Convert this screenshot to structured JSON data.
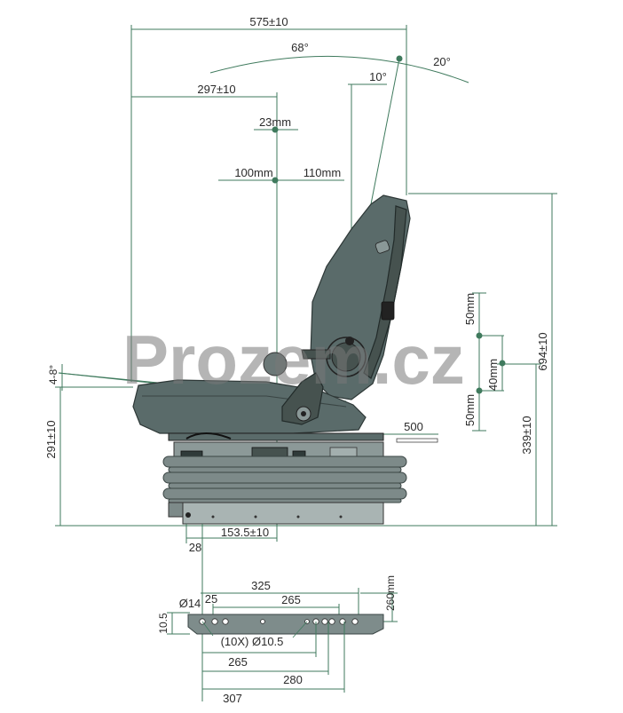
{
  "dimensions": {
    "overall_width": "575±10",
    "front_width": "297±10",
    "angle_recline": "68°",
    "angle_back": "20°",
    "angle_fwd": "10°",
    "headrest_adjust": "23mm",
    "fwd_adjust": "100mm",
    "back_adjust": "110mm",
    "seat_tilt": "4-8°",
    "seat_height": "291±10",
    "total_height": "694±10",
    "lower_height": "339±10",
    "lumbar_top": "50mm",
    "lumbar_mid": "40mm",
    "lumbar_bot": "50mm",
    "slide_travel": "500",
    "base_offset": "153.5±10",
    "base_small": "28"
  },
  "base_plate": {
    "length_325": "325",
    "length_265_top": "265",
    "dia_14": "Ø14",
    "spacing_25": "25",
    "height_260": "260mm",
    "thick_105": "10.5",
    "holes": "(10X) Ø10.5",
    "length_265_bot": "265",
    "length_280": "280",
    "length_307": "307"
  },
  "watermark": "Prozem.cz",
  "colors": {
    "dimension_line": "#3f7a5d",
    "seat": "#5a6b6a"
  }
}
